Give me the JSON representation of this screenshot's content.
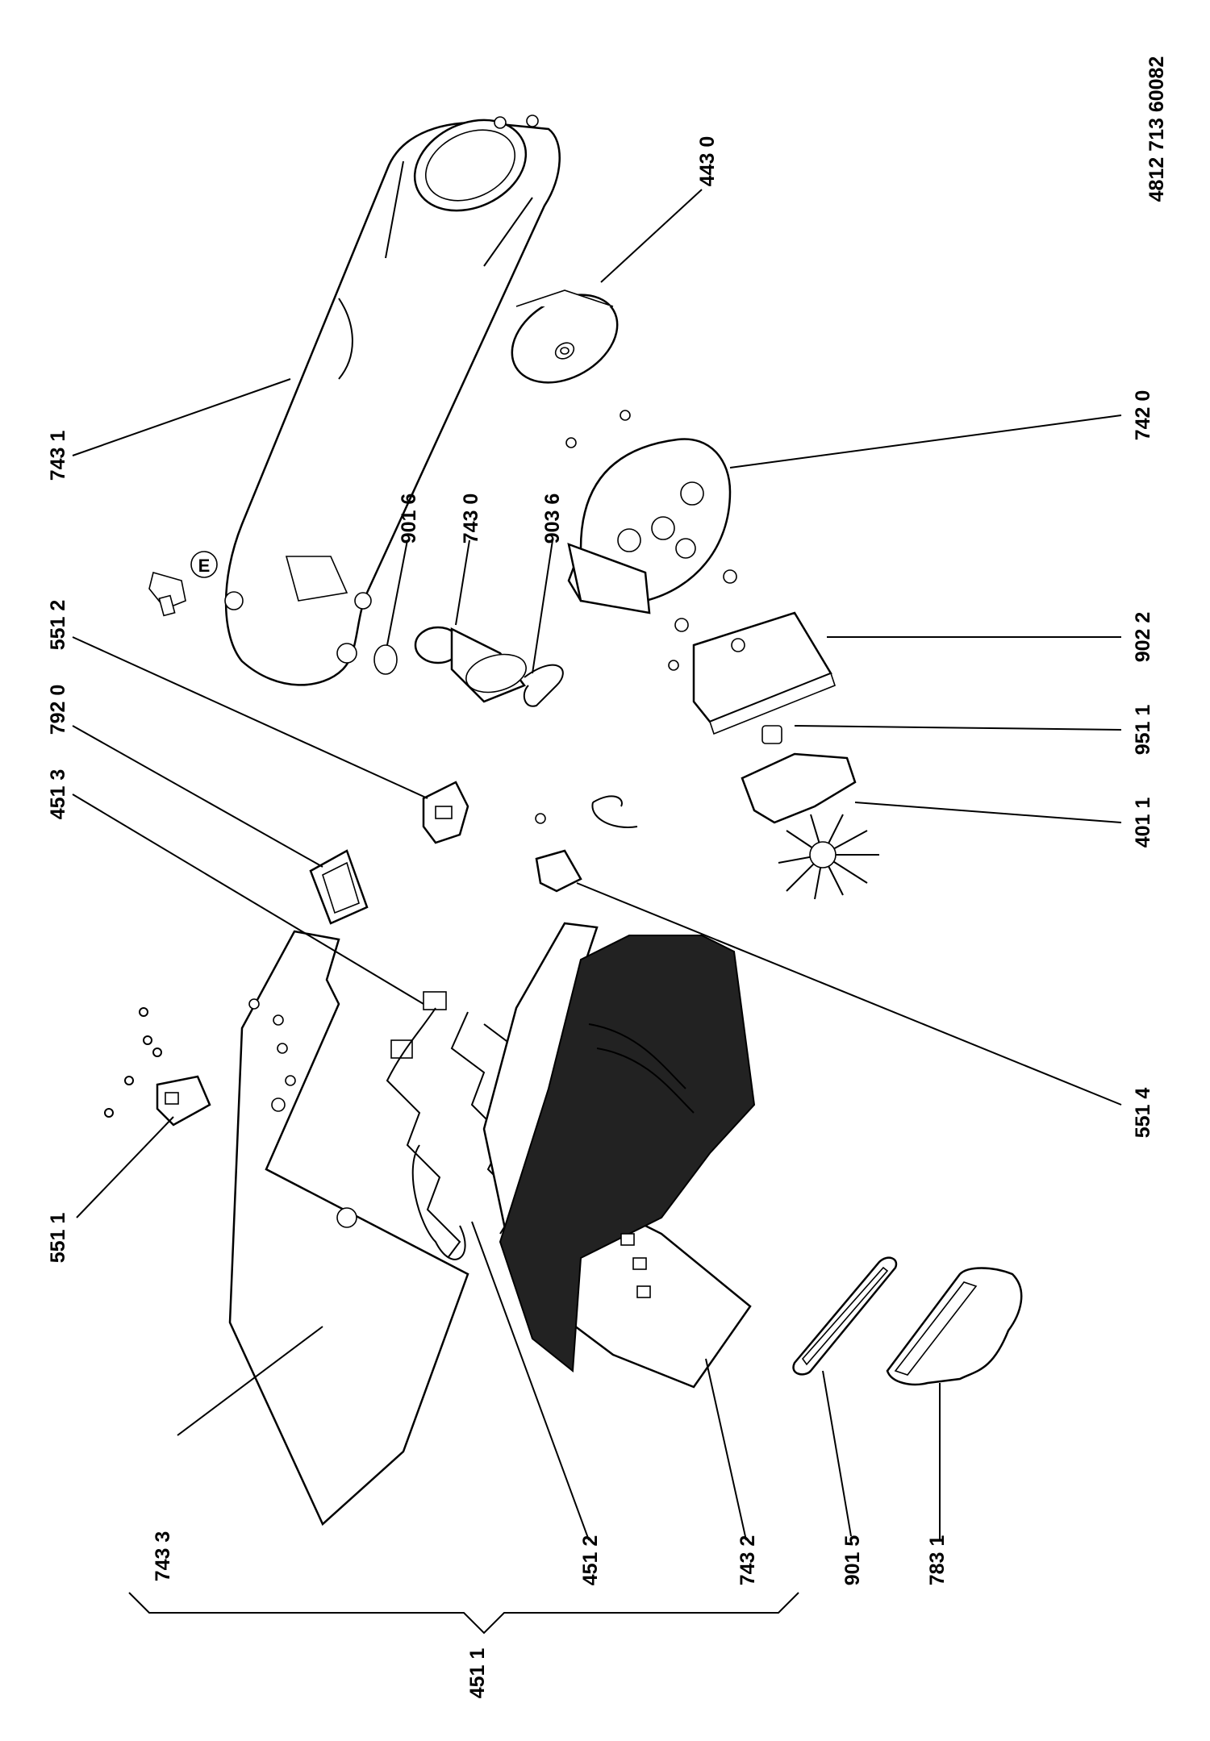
{
  "document_code": "4812 713 60082",
  "part_labels": {
    "p7431": "743 1",
    "p4430": "443 0",
    "p7420": "742 0",
    "p9016": "901 6",
    "p7430": "743 0",
    "p9036": "903 6",
    "p5512": "551 2",
    "p9022": "902 2",
    "p7920": "792 0",
    "p9511": "951 1",
    "p4513": "451 3",
    "p4011": "401 1",
    "p5514": "551 4",
    "p5511": "551 1",
    "p7433": "743 3",
    "p4512": "451 2",
    "p7432": "743 2",
    "p9015": "901 5",
    "p7831": "783 1",
    "p4511": "451 1"
  },
  "marker_letter": "E"
}
